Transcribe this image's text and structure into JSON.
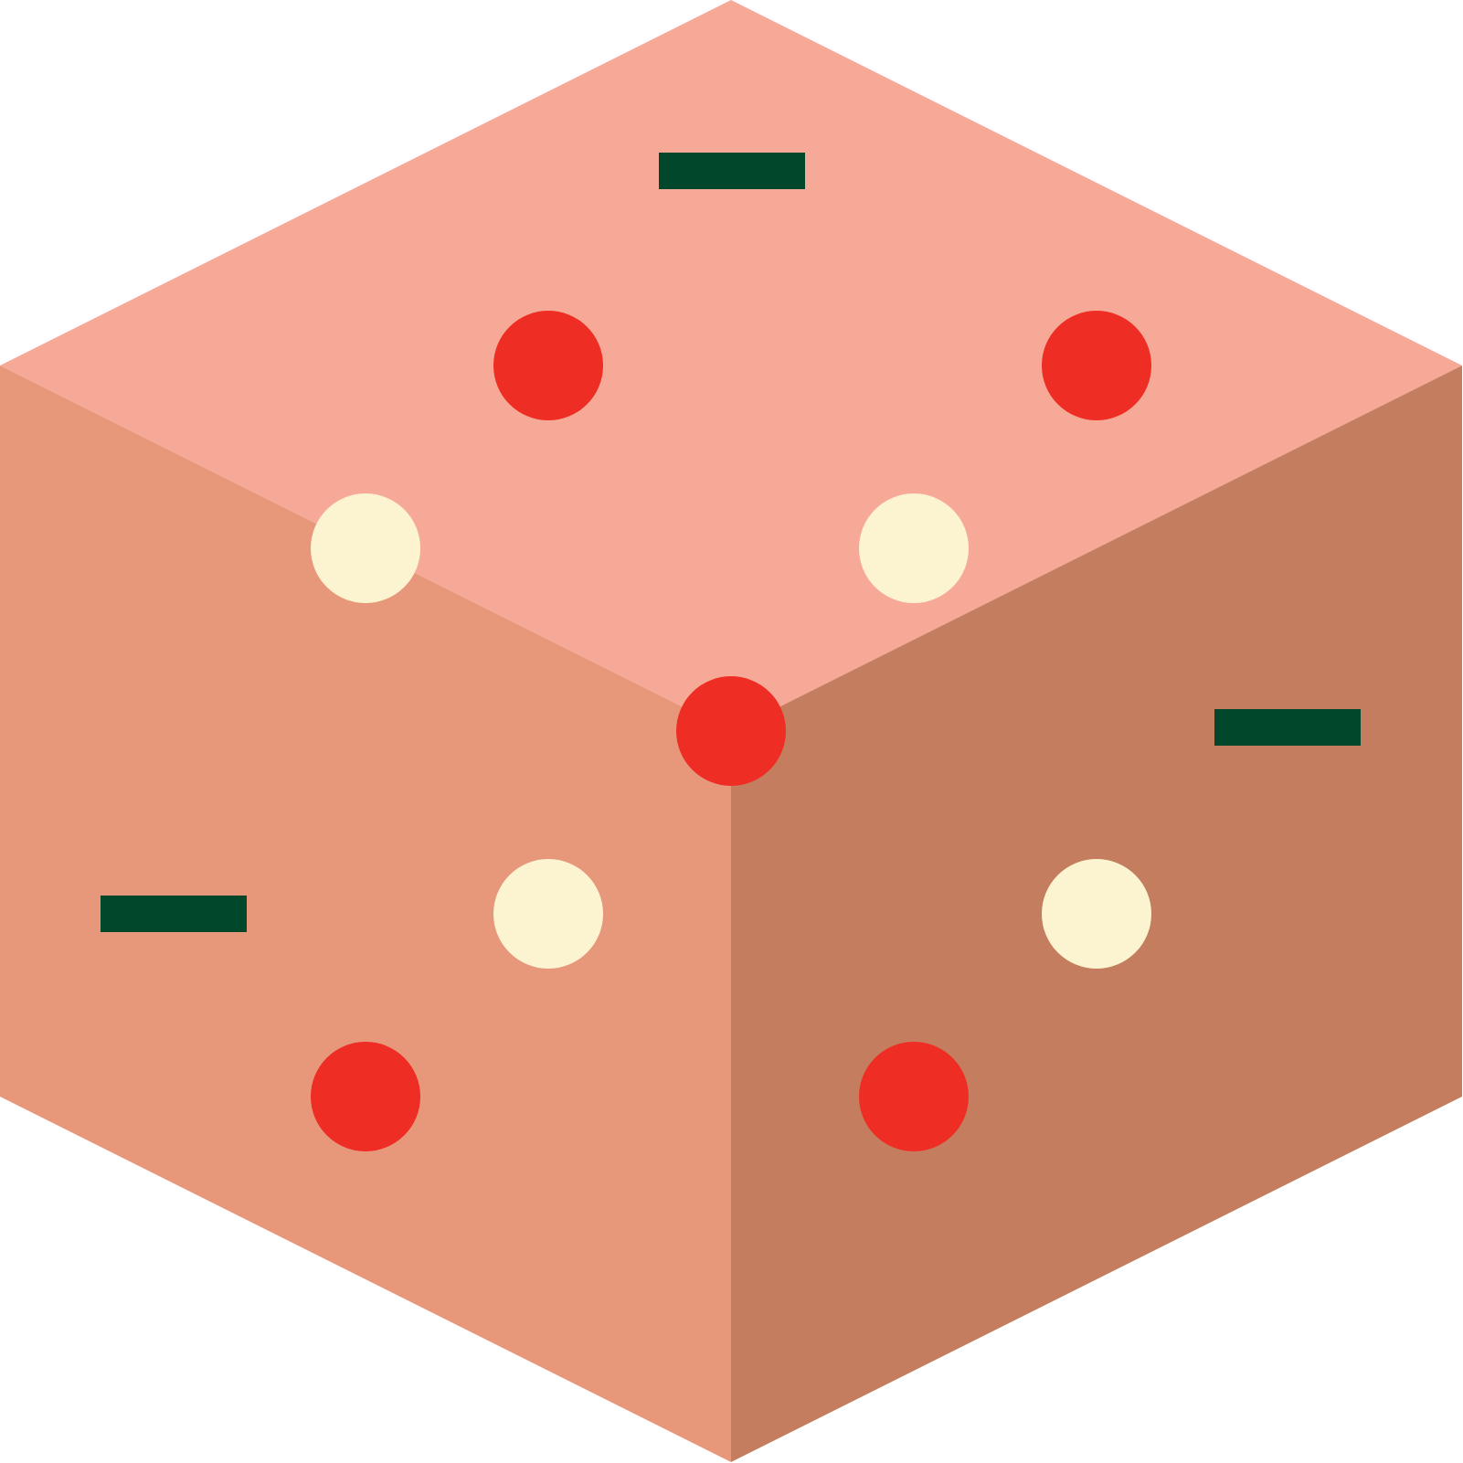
{
  "illustration": {
    "subject": "isometric-block",
    "colors": {
      "background": "#ffffff",
      "top_face": "#F7A997",
      "left_face": "#E8987A",
      "right_face": "#C47E5F",
      "red_dot": "#EE2E24",
      "cream_dot": "#FCF3D0",
      "dash": "#00472B"
    },
    "counts": {
      "red_dots": 5,
      "cream_dots": 4,
      "dashes": 3
    }
  }
}
